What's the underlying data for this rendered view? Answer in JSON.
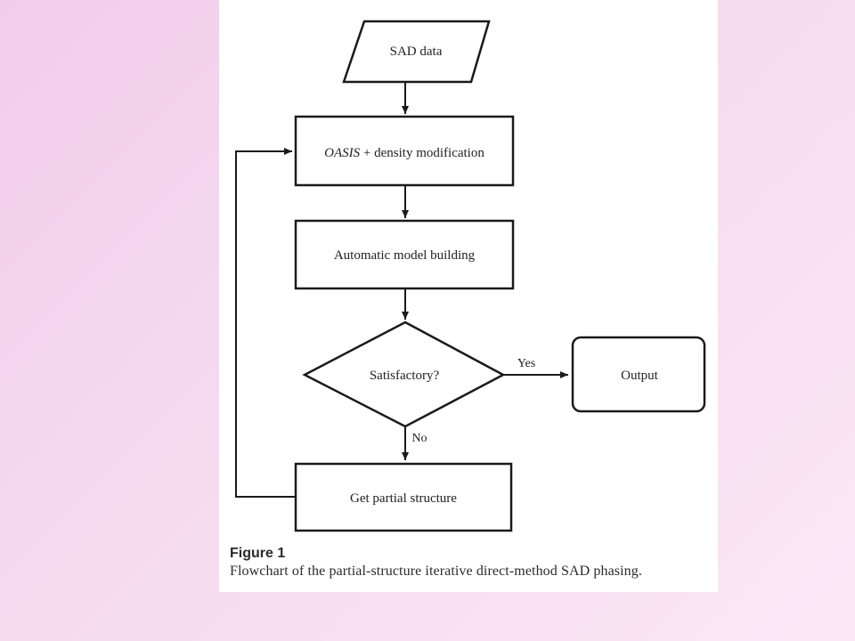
{
  "figure": {
    "nodes": {
      "sad_data": "SAD data",
      "oasis_italic": "OASIS",
      "oasis_rest": " + density modification",
      "model_building": "Automatic model building",
      "satisfactory": "Satisfactory?",
      "output": "Output",
      "partial_structure": "Get partial structure"
    },
    "edges": {
      "yes": "Yes",
      "no": "No"
    },
    "caption": {
      "title": "Figure 1",
      "text": "Flowchart of the partial-structure iterative direct-method SAD phasing."
    }
  },
  "colors": {
    "background_start": "#f2cdea",
    "background_end": "#fbe8f6",
    "panel": "#ffffff",
    "ink": "#1a1a1a"
  }
}
